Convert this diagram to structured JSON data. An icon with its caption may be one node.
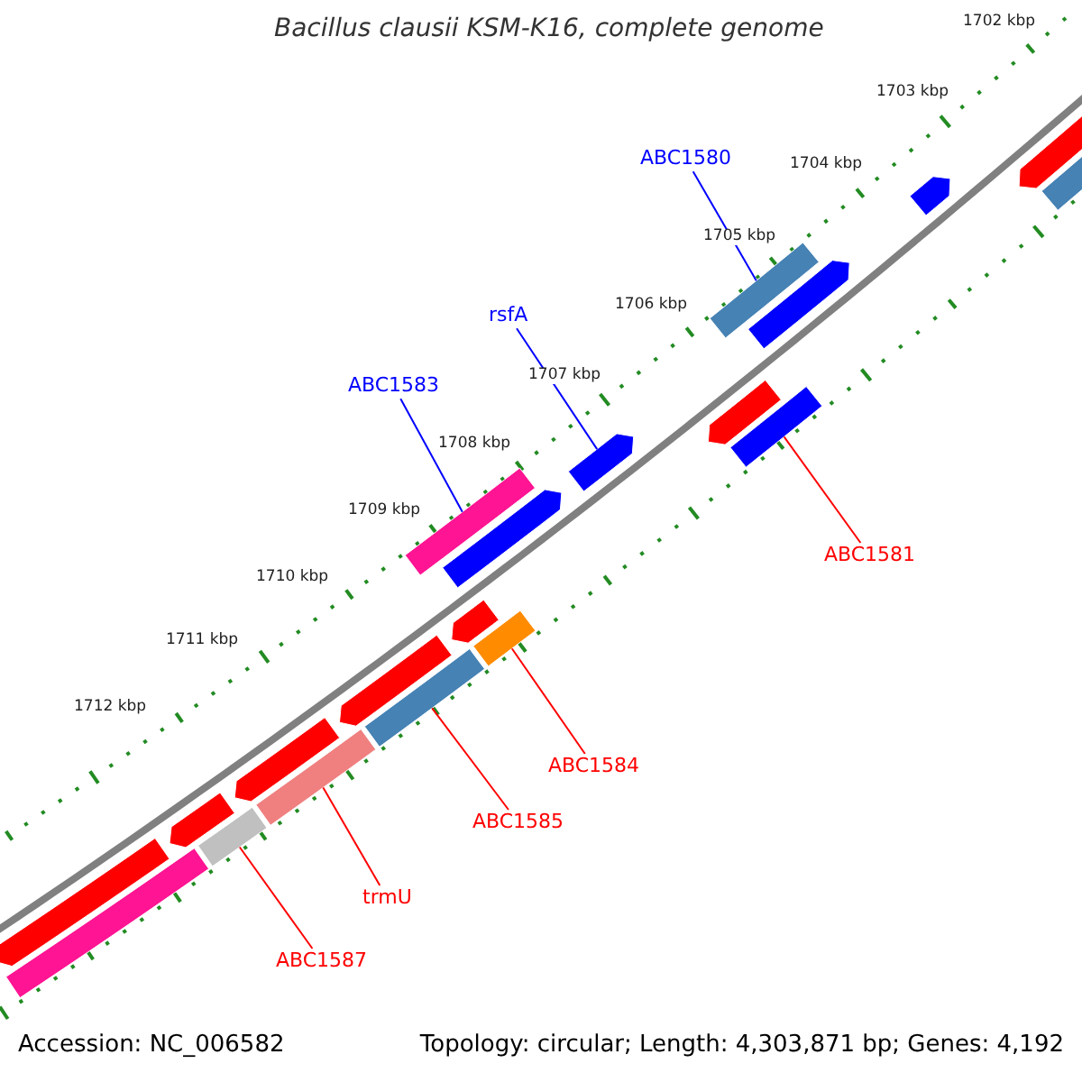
{
  "diagram": {
    "title": "Bacillus clausii KSM-K16, complete genome",
    "nodes": [
      {
        "text": [
          "ABC1580"
        ]
      },
      {
        "text": [
          "rsfA"
        ]
      },
      {
        "text": [
          "ABC1583"
        ]
      },
      {
        "text": [
          "ABC1581"
        ]
      },
      {
        "text": [
          "ABC1584"
        ]
      },
      {
        "text": [
          "ABC1585"
        ]
      },
      {
        "text": [
          "trmU"
        ]
      },
      {
        "text": [
          "ABC1587"
        ]
      },
      {
        "text": [],
        "shape": "bar"
      },
      {
        "text": [],
        "shape": "bar"
      },
      {
        "text": [],
        "shape": "bar"
      },
      {
        "text": [],
        "shape": "bar"
      },
      {
        "text": [],
        "shape": "bar"
      },
      {
        "text": [],
        "shape": "bar"
      },
      {
        "text": [],
        "shape": "bar"
      },
      {
        "text": [],
        "shape": "bar"
      },
      {
        "text": [],
        "shape": "bar"
      },
      {
        "text": [],
        "shape": "bar"
      },
      {
        "text": [],
        "shape": "bar"
      },
      {
        "text": [],
        "shape": "bar"
      },
      {
        "text": [],
        "shape": "bar"
      },
      {
        "text": [],
        "shape": "bar"
      },
      {
        "text": [],
        "shape": "bar"
      },
      {
        "text": [],
        "shape": "bar"
      },
      {
        "text": [],
        "shape": "bar"
      },
      {
        "text": [],
        "shape": "bar"
      },
      {
        "text": [],
        "shape": "bar"
      },
      {
        "text": [],
        "shape": "bar"
      }
    ],
    "edges": [
      {
        "from": 0,
        "to": 8,
        "arrow": "none",
        "color": "#0000ff"
      },
      {
        "from": 1,
        "to": 9,
        "arrow": "none",
        "color": "#0000ff"
      },
      {
        "from": 2,
        "to": 10,
        "arrow": "none",
        "color": "#0000ff"
      },
      {
        "from": 3,
        "to": 11,
        "arrow": "none"
      },
      {
        "from": 4,
        "to": 12,
        "arrow": "none"
      },
      {
        "from": 5,
        "to": 13,
        "arrow": "none"
      },
      {
        "from": 6,
        "to": 14,
        "arrow": "none"
      },
      {
        "from": 7,
        "to": 15,
        "arrow": "none"
      }
    ],
    "labels": [
      "1702 kbp",
      "1703 kbp",
      "1704 kbp",
      "1705 kbp",
      "1706 kbp",
      "1707 kbp",
      "1708 kbp",
      "1709 kbp",
      "1710 kbp",
      "1711 kbp",
      "1712 kbp",
      "Accession: NC_006582",
      "Topology: circular; Length: 4,303,871 bp; Genes: 4,192"
    ]
  }
}
